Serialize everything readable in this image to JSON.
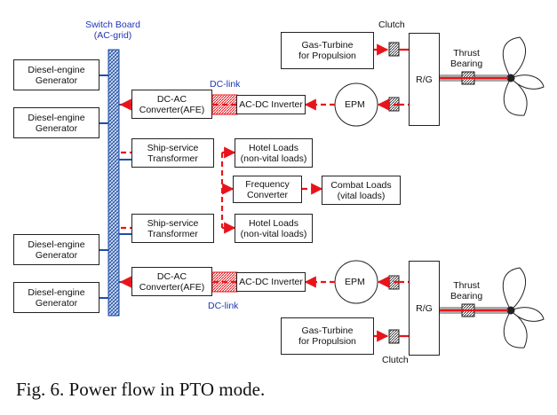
{
  "switch_board": {
    "line1": "Switch Board",
    "line2": "(AC-grid)"
  },
  "dc_link_top": "DC-link",
  "dc_link_bottom": "DC-link",
  "generators": [
    {
      "line1": "Diesel-engine",
      "line2": "Generator"
    },
    {
      "line1": "Diesel-engine",
      "line2": "Generator"
    },
    {
      "line1": "Diesel-engine",
      "line2": "Generator"
    },
    {
      "line1": "Diesel-engine",
      "line2": "Generator"
    }
  ],
  "afe_top": {
    "line1": "DC-AC",
    "line2": "Converter(AFE)"
  },
  "afe_bottom": {
    "line1": "DC-AC",
    "line2": "Converter(AFE)"
  },
  "inverter_top": "AC-DC Inverter",
  "inverter_bottom": "AC-DC Inverter",
  "epm_top": "EPM",
  "epm_bottom": "EPM",
  "transformer_top": {
    "line1": "Ship-service",
    "line2": "Transformer"
  },
  "transformer_bottom": {
    "line1": "Ship-service",
    "line2": "Transformer"
  },
  "hotel_top": {
    "line1": "Hotel Loads",
    "line2": "(non-vital loads)"
  },
  "hotel_bottom": {
    "line1": "Hotel Loads",
    "line2": "(non-vital loads)"
  },
  "freq_conv": {
    "line1": "Frequency",
    "line2": "Converter"
  },
  "combat": {
    "line1": "Combat Loads",
    "line2": "(vital loads)"
  },
  "gas_turbine_top": {
    "line1": "Gas-Turbine",
    "line2": "for Propulsion"
  },
  "gas_turbine_bottom": {
    "line1": "Gas-Turbine",
    "line2": "for Propulsion"
  },
  "clutch_top": "Clutch",
  "clutch_bottom": "Clutch",
  "rg_top": "R/G",
  "rg_bottom": "R/G",
  "thrust_top": {
    "line1": "Thrust",
    "line2": "Bearing"
  },
  "thrust_bottom": {
    "line1": "Thrust",
    "line2": "Bearing"
  },
  "caption": "Fig. 6. Power flow in PTO mode.",
  "colors": {
    "flow": "#e8141b",
    "bus": "#1e4fa8",
    "label_blue": "#1f35b5"
  }
}
